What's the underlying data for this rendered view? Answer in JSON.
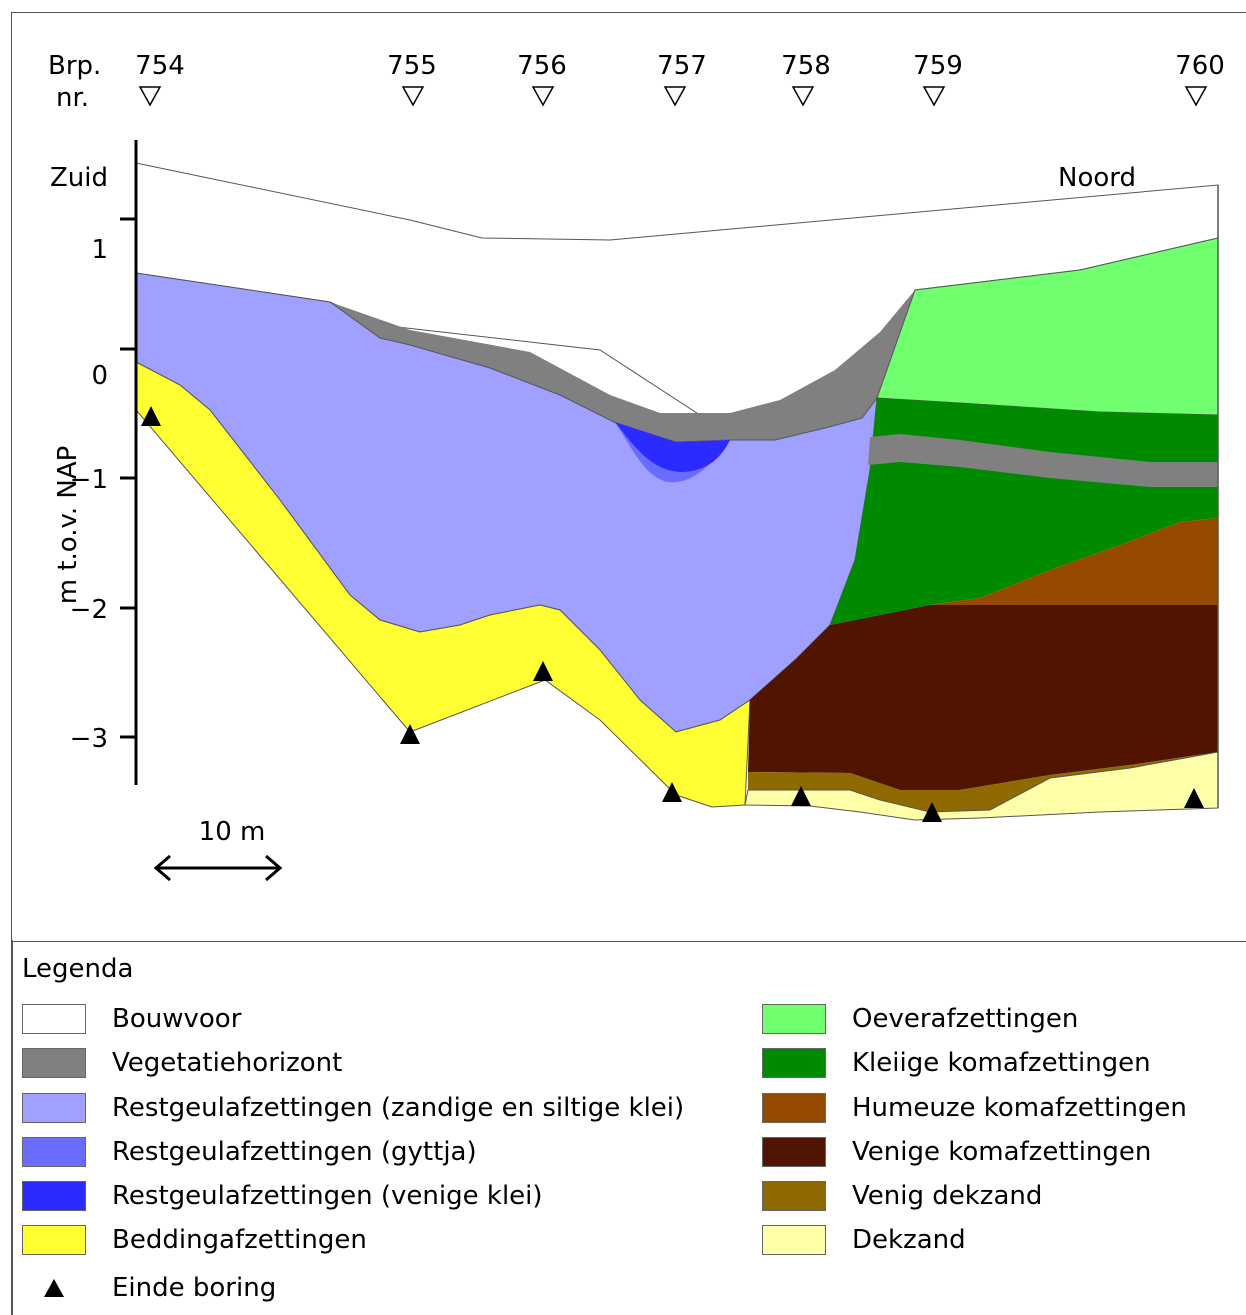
{
  "header": {
    "brp_line1": "Brp.",
    "brp_line2": "nr."
  },
  "boreholes": [
    "754",
    "755",
    "756",
    "757",
    "758",
    "759",
    "760"
  ],
  "directions": {
    "south": "Zuid",
    "north": "Noord"
  },
  "axis": {
    "label": "m t.o.v. NAP",
    "ticks": [
      "1",
      "0",
      "−1",
      "−2",
      "−3"
    ]
  },
  "scale_bar": {
    "label": "10 m"
  },
  "legend": {
    "title": "Legenda",
    "left": [
      {
        "label": "Bouwvoor",
        "color": "#ffffff"
      },
      {
        "label": "Vegetatiehorizont",
        "color": "#808080"
      },
      {
        "label": "Restgeulafzettingen (zandige en siltige klei)",
        "color": "#9fa0ff"
      },
      {
        "label": "Restgeulafzettingen (gyttja)",
        "color": "#6a6cff"
      },
      {
        "label": "Restgeulafzettingen (venige klei)",
        "color": "#2b2bff"
      },
      {
        "label": "Beddingafzettingen",
        "color": "#ffff33"
      }
    ],
    "right": [
      {
        "label": "Oeverafzettingen",
        "color": "#6fff6f"
      },
      {
        "label": "Kleiige komafzettingen",
        "color": "#008a00"
      },
      {
        "label": "Humeuze komafzettingen",
        "color": "#954a00"
      },
      {
        "label": "Venige komafzettingen",
        "color": "#511400"
      },
      {
        "label": "Venig dekzand",
        "color": "#8e6a00"
      },
      {
        "label": "Dekzand",
        "color": "#ffffa8"
      }
    ],
    "end_marker": {
      "label": "Einde boring",
      "icon": "filled-triangle-icon"
    }
  }
}
